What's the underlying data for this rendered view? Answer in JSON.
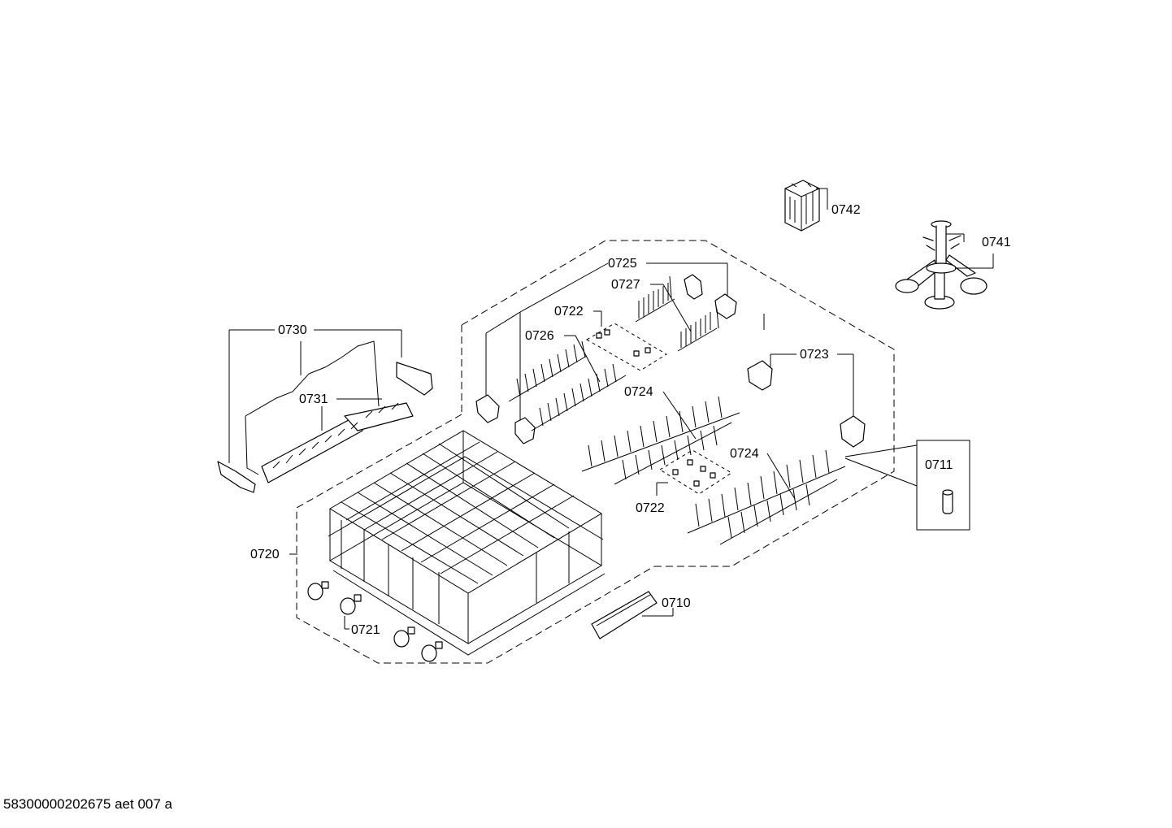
{
  "labels": {
    "p0742": "0742",
    "p0741": "0741",
    "p0725": "0725",
    "p0727": "0727",
    "p0722a": "0722",
    "p0726": "0726",
    "p0730": "0730",
    "p0723": "0723",
    "p0731": "0731",
    "p0724a": "0724",
    "p0724b": "0724",
    "p0711": "0711",
    "p0722b": "0722",
    "p0720": "0720",
    "p0710": "0710",
    "p0721": "0721"
  },
  "footer": "58300000202675 aet 007 a",
  "colors": {
    "line": "#000000",
    "background": "#ffffff"
  }
}
